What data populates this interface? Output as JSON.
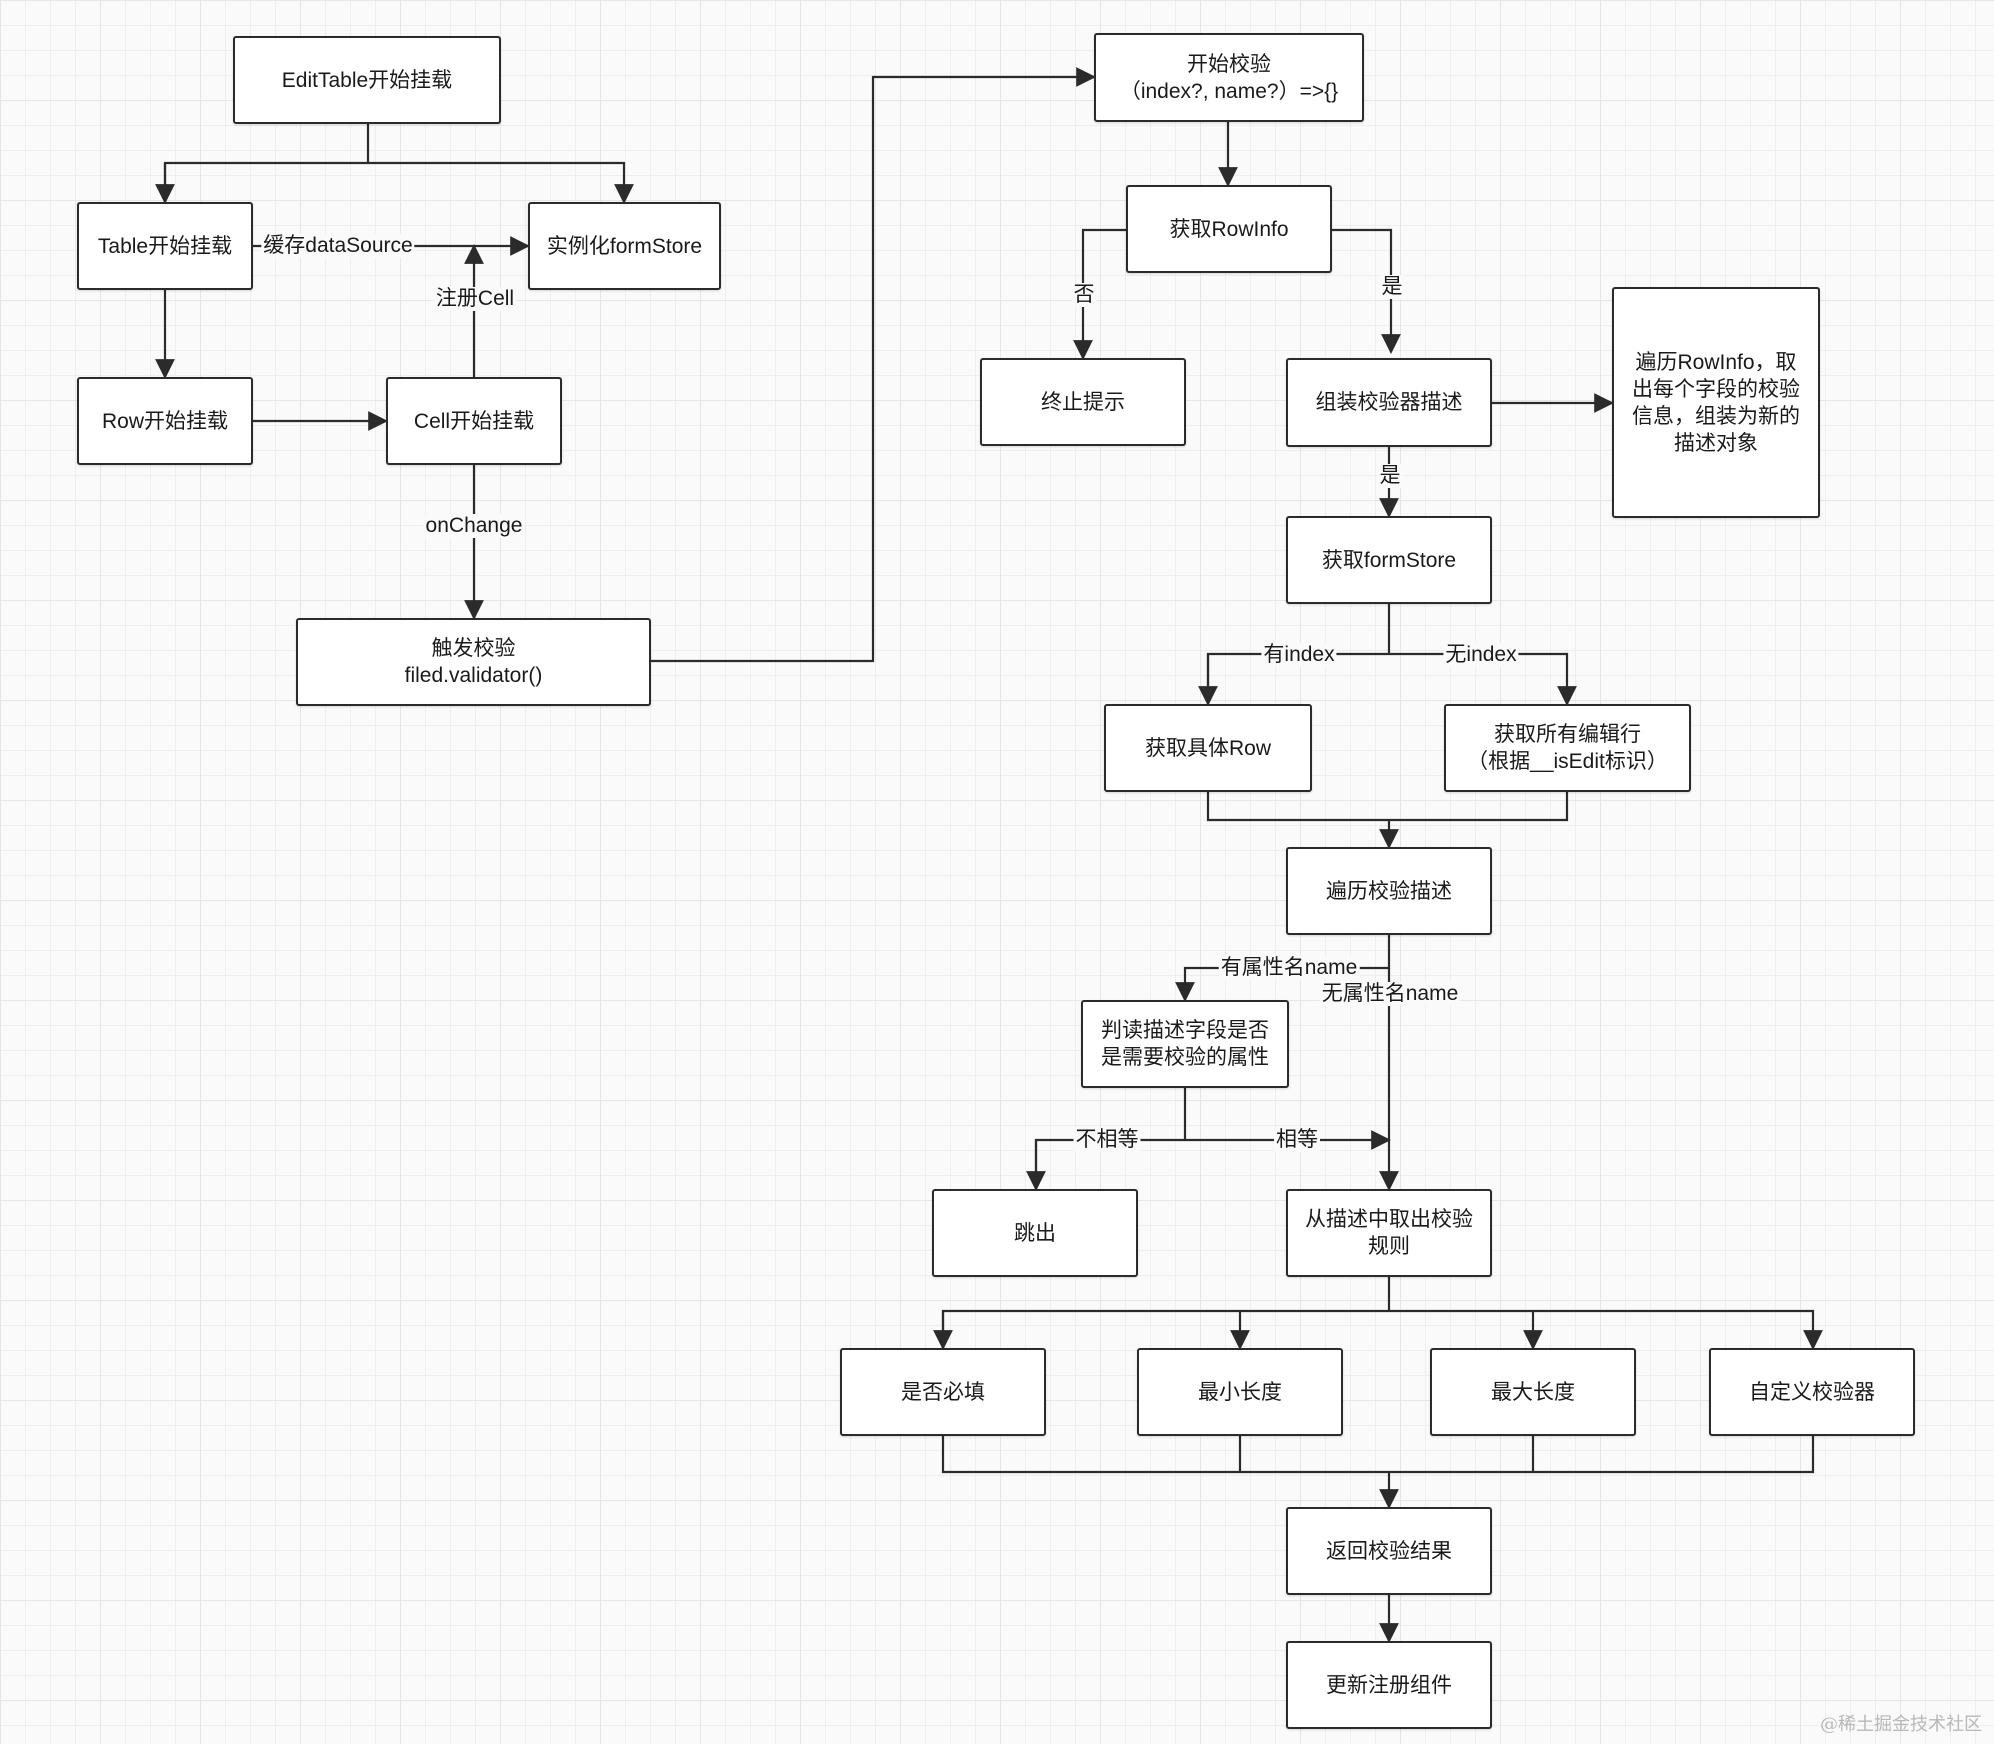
{
  "nodes": {
    "edit_table_mount": "EditTable开始挂载",
    "table_mount": "Table开始挂载",
    "form_store_instance": "实例化formStore",
    "row_mount": "Row开始挂载",
    "cell_mount": "Cell开始挂载",
    "trigger_validate": "触发校验\nfiled.validator()",
    "start_validate": "开始校验\n（index?, name?）=>{}",
    "get_row_info": "获取RowInfo",
    "stop_hint": "终止提示",
    "assemble_descriptor": "组装校验器描述",
    "traverse_note": "遍历RowInfo，取\n出每个字段的校验\n信息，组装为新的\n描述对象",
    "get_form_store": "获取formStore",
    "get_specific_row": "获取具体Row",
    "get_all_edit_rows": "获取所有编辑行\n（根据__isEdit标识）",
    "traverse_descriptor": "遍历校验描述",
    "judge_field": "判读描述字段是否\n是需要校验的属性",
    "skip": "跳出",
    "get_rules": "从描述中取出校验\n规则",
    "required": "是否必填",
    "min_length": "最小长度",
    "max_length": "最大长度",
    "custom_validator": "自定义校验器",
    "return_result": "返回校验结果",
    "update_component": "更新注册组件"
  },
  "edge_labels": {
    "cache_datasource": "缓存dataSource",
    "register_cell": "注册Cell",
    "on_change": "onChange",
    "no": "否",
    "yes_1": "是",
    "yes_2": "是",
    "has_index": "有index",
    "no_index": "无index",
    "has_name": "有属性名name",
    "no_name": "无属性名name",
    "not_equal": "不相等",
    "equal": "相等"
  },
  "watermark": "@稀土掘金技术社区"
}
